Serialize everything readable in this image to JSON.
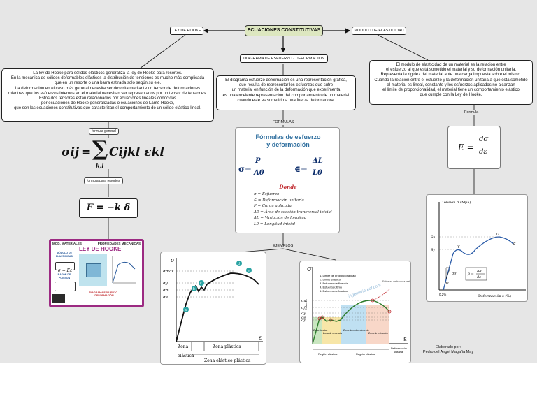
{
  "center": {
    "title": "ECUACIONES CONSTITUTIVAS"
  },
  "nodes": {
    "hooke": "LEY DE HOOKE",
    "modulus": "MODULO DE ELASTICIDAD",
    "diagram": "DIAGRAMA DE  ESFUERZO - DEFORMACION"
  },
  "hooke_desc": [
    "La ley de Hooke para sólidos elásticos generaliza la ley de Hooke para resortes.",
    "En la mecánica de sólidos deformables elásticos la distribución de tensiones es mucho más complicada",
    "que en un resorte o una barra estirada solo según su eje.",
    "La deformación en el caso más general necesita ser descrita mediante un tensor de deformaciones",
    "mientras que los esfuerzos internos en el material necesitan ser representados por un tensor de tensiones.",
    "Estos dos tensores están relacionados por ecuaciones lineales conocidas",
    "por ecuaciones de Hooke generalizadas o ecuaciones de Lamé-Hooke,",
    "que son las ecuaciones constitutivas que caracterizan el comportamiento de un sólido elástico lineal."
  ],
  "diagram_desc": [
    "El diagrama esfuerzo deformación es una representación gráfica,",
    "que resulta de representar los esfuerzos que sufre",
    "un material en función de la deformación que experimenta",
    "es una excelente representación del comportamiento de un material",
    "cuando este es sometido a una fuerza deformadora."
  ],
  "modulus_desc": [
    "El módulo de elasticidad de un material es la relación entre",
    "el esfuerzo al que está sometido el material y su deformación unitaria.",
    "Representa la rigidez del material ante una carga impuesta sobre el mismo.",
    "Cuando la relación entre el esfuerzo y la deformación unitaria a que está sometido",
    "el material es lineal, constante y los esfuerzos aplicados no alcanzan",
    "el límite de proporcionalidad, el material tiene un comportamiento elástico",
    "que cumple con la Ley de Hooke."
  ],
  "labels": {
    "formula_general": "formula general",
    "formula_resortes": "formula para resortes",
    "formulas": "FORMULAS",
    "ejemplos": "EJEMPLOS",
    "formula": "Formula"
  },
  "equations": {
    "general_lhs": "σij",
    "general_rhs": "Cijkl εkl",
    "general_sub": "k,l",
    "spring": "F = −k δ",
    "modulus_lhs": "E =",
    "modulus_num": "dσ",
    "modulus_den": "dε"
  },
  "formulas_card": {
    "title_line1": "Fórmulas de esfuerzo",
    "title_line2": "y deformación",
    "sigma_lhs": "σ=",
    "sigma_num": "P",
    "sigma_den": "A0",
    "eps_lhs": "∈=",
    "eps_num": "ΔL",
    "eps_den": "L0",
    "donde": "Donde",
    "defs": [
      "σ = Esfuerzo",
      "∈ = Deformación unitaria",
      "P = Carga aplicada",
      "A0 = Área de sección  transversal inicial",
      "ΔL = Variación de longitud",
      "L0 = Longitud inicial"
    ]
  },
  "hooke_card": {
    "left_header": "MOD. MATERIALES",
    "right_header": "PROPIEDADES MECÁNICAS",
    "title": "LEY DE HOOKE",
    "modulo": "MÓDULO DE ELASTICIDAD",
    "formula": "σ = Eε",
    "poisson": "RAZÓN DE POISSON",
    "footer": "DIAGRAMA ESFUERZO - DEFORMACIÓN"
  },
  "chart1": {
    "y_axis": "σ",
    "x_axis": "ε",
    "zona": "Zona",
    "zona_plastica": "Zona plástica",
    "elastica": "elástica",
    "zona_ep": "Zona elástico-plástica",
    "letters": [
      "a",
      "b",
      "c",
      "d",
      "e"
    ],
    "ylabels": [
      "σmax",
      "σy",
      "σp",
      "σe"
    ]
  },
  "chart2": {
    "y_axis": "σ",
    "x_axis": "ε",
    "ylabel": "Esfuerzo",
    "legend": [
      "1. Límite de proporcionalidad",
      "2. Límite elástico",
      "3. Esfuerzo de fluencia",
      "4. Esfuerzo último",
      "5. Esfuerzo de fractura"
    ],
    "ylabels": [
      "σu",
      "σf",
      "σy",
      "σe",
      "σp"
    ],
    "zones": [
      "Zona elástica",
      "Zona de cedencia",
      "Zona de endurecimiento",
      "Zona de estricción"
    ],
    "regions": [
      "Región elástica",
      "Región plástica"
    ],
    "xlabel_line1": "Deformación",
    "xlabel_line2": "unitaria",
    "note": "Esfuerzo de fractura real",
    "watermark": "ingenieriareal.com"
  },
  "chart3": {
    "y_axis": "Tensión  σ (Mpa)",
    "x_axis": "Deformación  ε (%)",
    "ylabels": [
      "Su",
      "Sy"
    ],
    "origin": "0.2%",
    "points": [
      "Y",
      "U",
      "F"
    ],
    "angle_sigma": "dσ",
    "angle_eps": "dε",
    "eq_lhs": "β =",
    "eq_num": "dσ",
    "eq_den": "dε"
  },
  "author": {
    "line1": "Elaborado por:",
    "line2": "Pedro del Angel Magaña May"
  }
}
